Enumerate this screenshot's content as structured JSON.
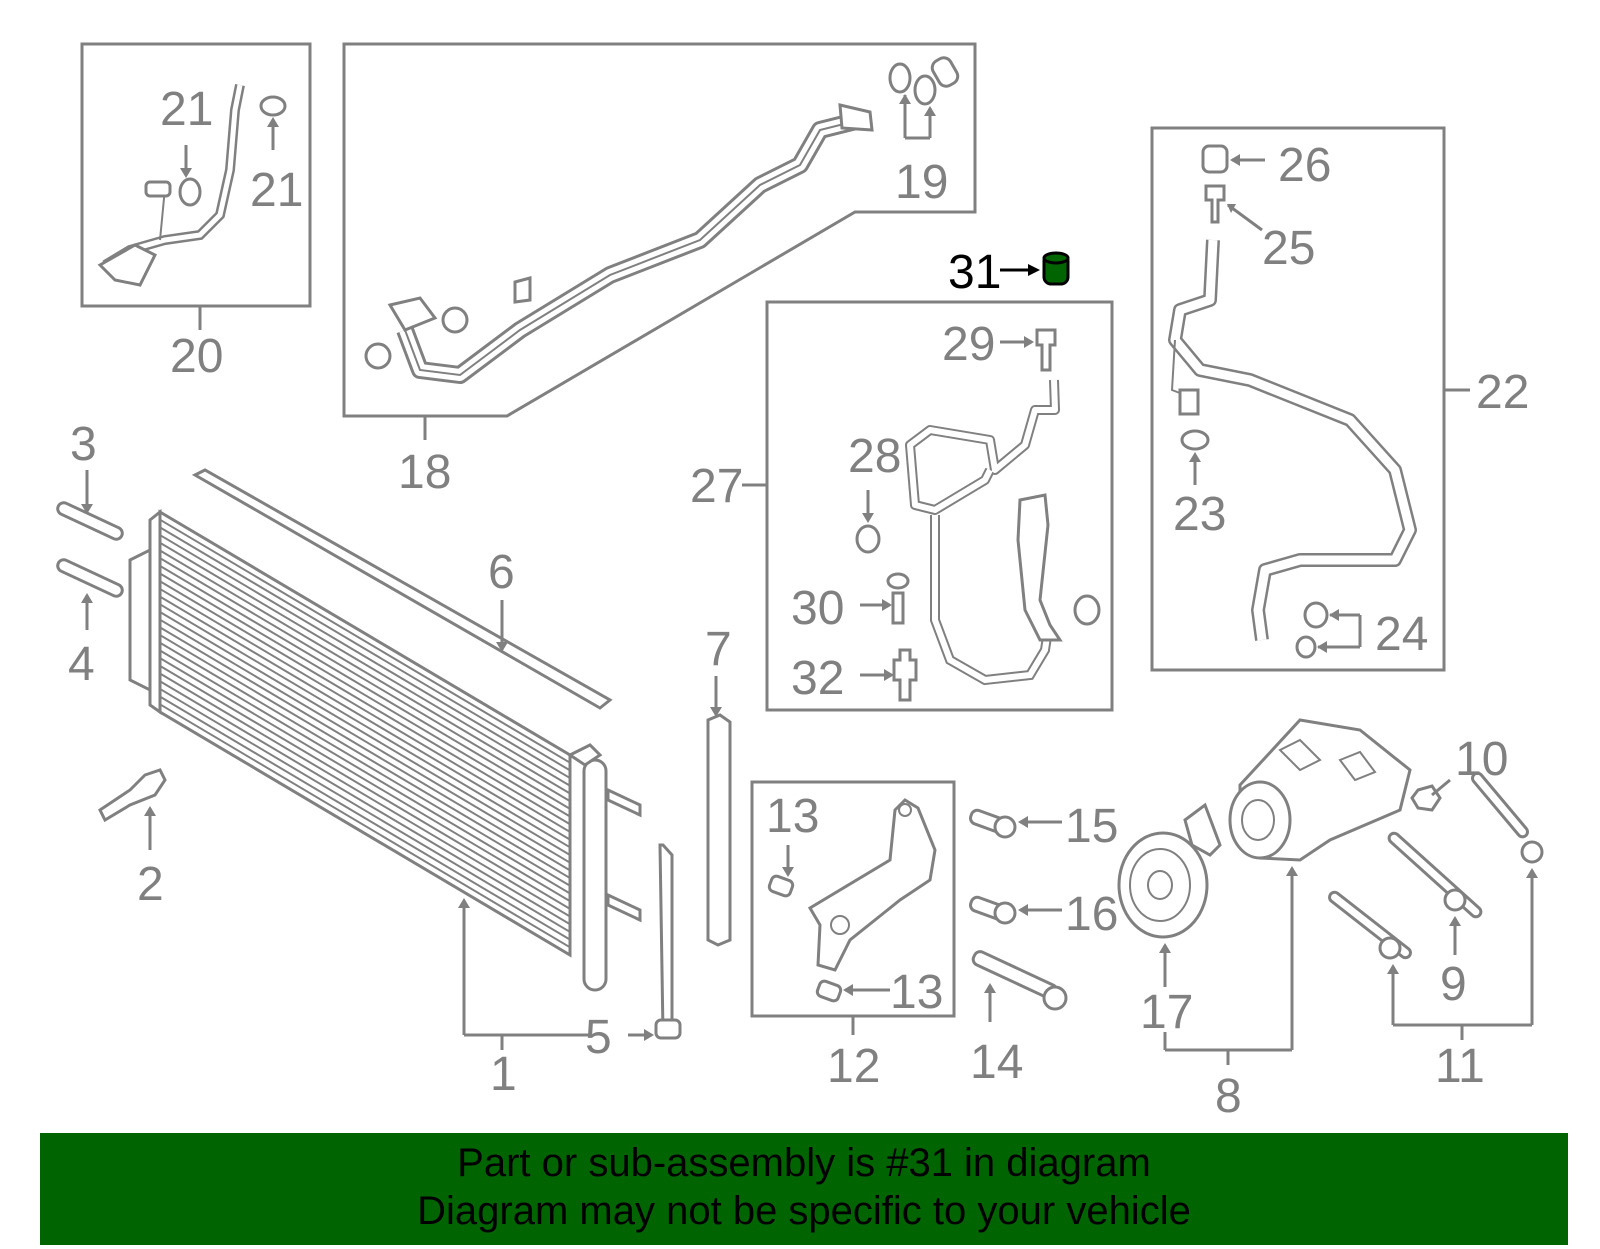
{
  "diagram": {
    "highlighted_part": "31",
    "colors": {
      "line": "#808080",
      "highlight": "#006400",
      "highlight_text": "#000000",
      "banner": "#006400"
    },
    "callouts": [
      "1",
      "2",
      "3",
      "4",
      "5",
      "6",
      "7",
      "8",
      "9",
      "10",
      "11",
      "12",
      "13",
      "13",
      "14",
      "15",
      "16",
      "17",
      "18",
      "19",
      "20",
      "21",
      "21",
      "22",
      "23",
      "24",
      "25",
      "26",
      "27",
      "28",
      "29",
      "30",
      "31",
      "32"
    ]
  },
  "footer": {
    "line1": "Part or sub-assembly is #31 in diagram",
    "line2": "Diagram may not be specific to your vehicle"
  }
}
